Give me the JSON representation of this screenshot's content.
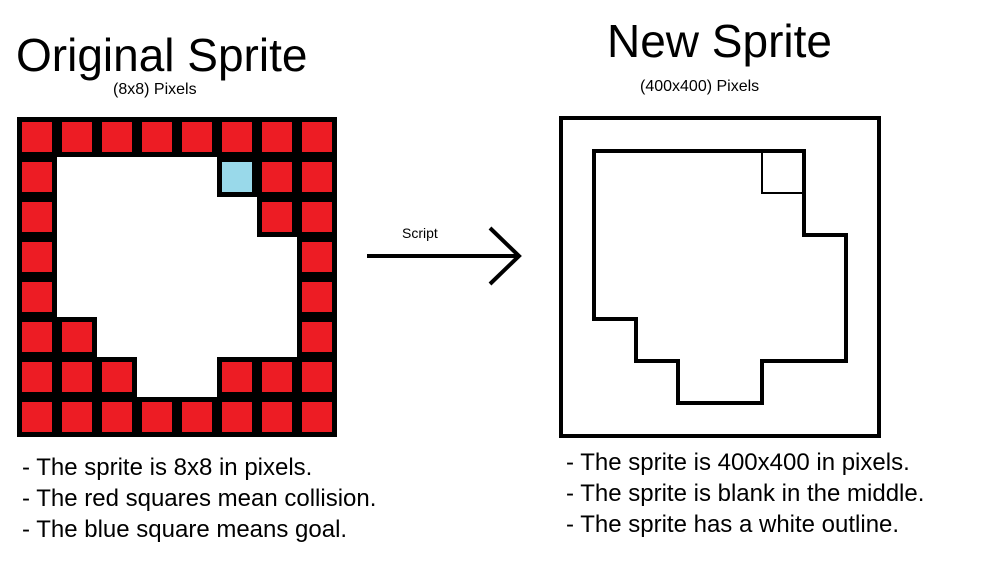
{
  "original": {
    "title": "Original Sprite",
    "subtitle": "(8x8) Pixels",
    "grid_size": 8,
    "cells": [
      "RRRRRRRR",
      "R....BRR",
      "R.....RR",
      "R......R",
      "R......R",
      "RR.....R",
      "RRR..RRR",
      "RRRRRRRR"
    ],
    "legend_colors": {
      "collision": "#ed1c24",
      "goal": "#99d9ea",
      "empty": "#ffffff",
      "outline": "#000000"
    },
    "notes": [
      "- The sprite is 8x8 in pixels.",
      "- The red squares mean collision.",
      "- The blue square means goal."
    ]
  },
  "arrow": {
    "label": "Script"
  },
  "new": {
    "title": "New Sprite",
    "subtitle": "(400x400) Pixels",
    "notes": [
      "- The sprite is 400x400 in pixels.",
      "- The sprite is blank in the middle.",
      "- The sprite has a white outline."
    ]
  }
}
